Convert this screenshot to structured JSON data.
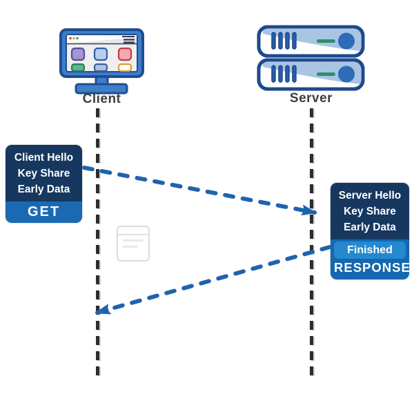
{
  "title": "TLS 0-RTT client-server handshake diagram",
  "actors": {
    "client": {
      "label": "Client",
      "icon": "desktop-computer-icon"
    },
    "server": {
      "label": "Server",
      "icon": "server-rack-icon"
    }
  },
  "client_box": {
    "lines": [
      "Client Hello",
      "Key Share",
      "Early Data"
    ],
    "badge": "GET"
  },
  "server_box": {
    "lines": [
      "Server Hello",
      "Key Share",
      "Early Data"
    ],
    "badges": [
      "Finished",
      "RESPONSE"
    ]
  },
  "messages": [
    {
      "from": "client",
      "to": "server",
      "style": "dashed-arrow"
    },
    {
      "from": "server",
      "to": "client",
      "style": "dashed-arrow"
    }
  ],
  "colors": {
    "box_header": "#16385f",
    "get_badge": "#1a6ab3",
    "finished_badge": "#2489cf",
    "response_badge": "#1568b0",
    "arrow": "#1f63ae",
    "lifeline": "#2d2d2d",
    "label_text": "#3e3e3e",
    "icon_blue": "#3e7dc9",
    "icon_border": "#1d4e8f"
  }
}
